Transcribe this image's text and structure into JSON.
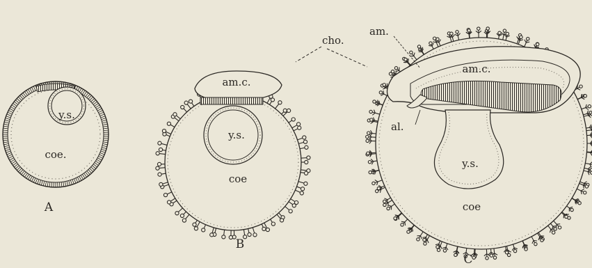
{
  "figure": {
    "colors": {
      "background": "#ebe7d8",
      "ink": "#2a2723",
      "stipple": "#6a655c"
    },
    "panel_a": {
      "caption": "A",
      "labels": {
        "yolk_sac": "y.s.",
        "coelom": "coe."
      }
    },
    "panel_b": {
      "caption": "B",
      "labels": {
        "amniotic_cavity": "am.c.",
        "yolk_sac": "y.s.",
        "coelom": "coe"
      }
    },
    "panel_c": {
      "caption": "C",
      "labels": {
        "amnion": "am.",
        "amniotic_cavity": "am.c.",
        "allantois": "al.",
        "yolk_sac": "y.s.",
        "coelom": "coe"
      }
    },
    "shared_labels": {
      "chorion": "cho."
    }
  }
}
